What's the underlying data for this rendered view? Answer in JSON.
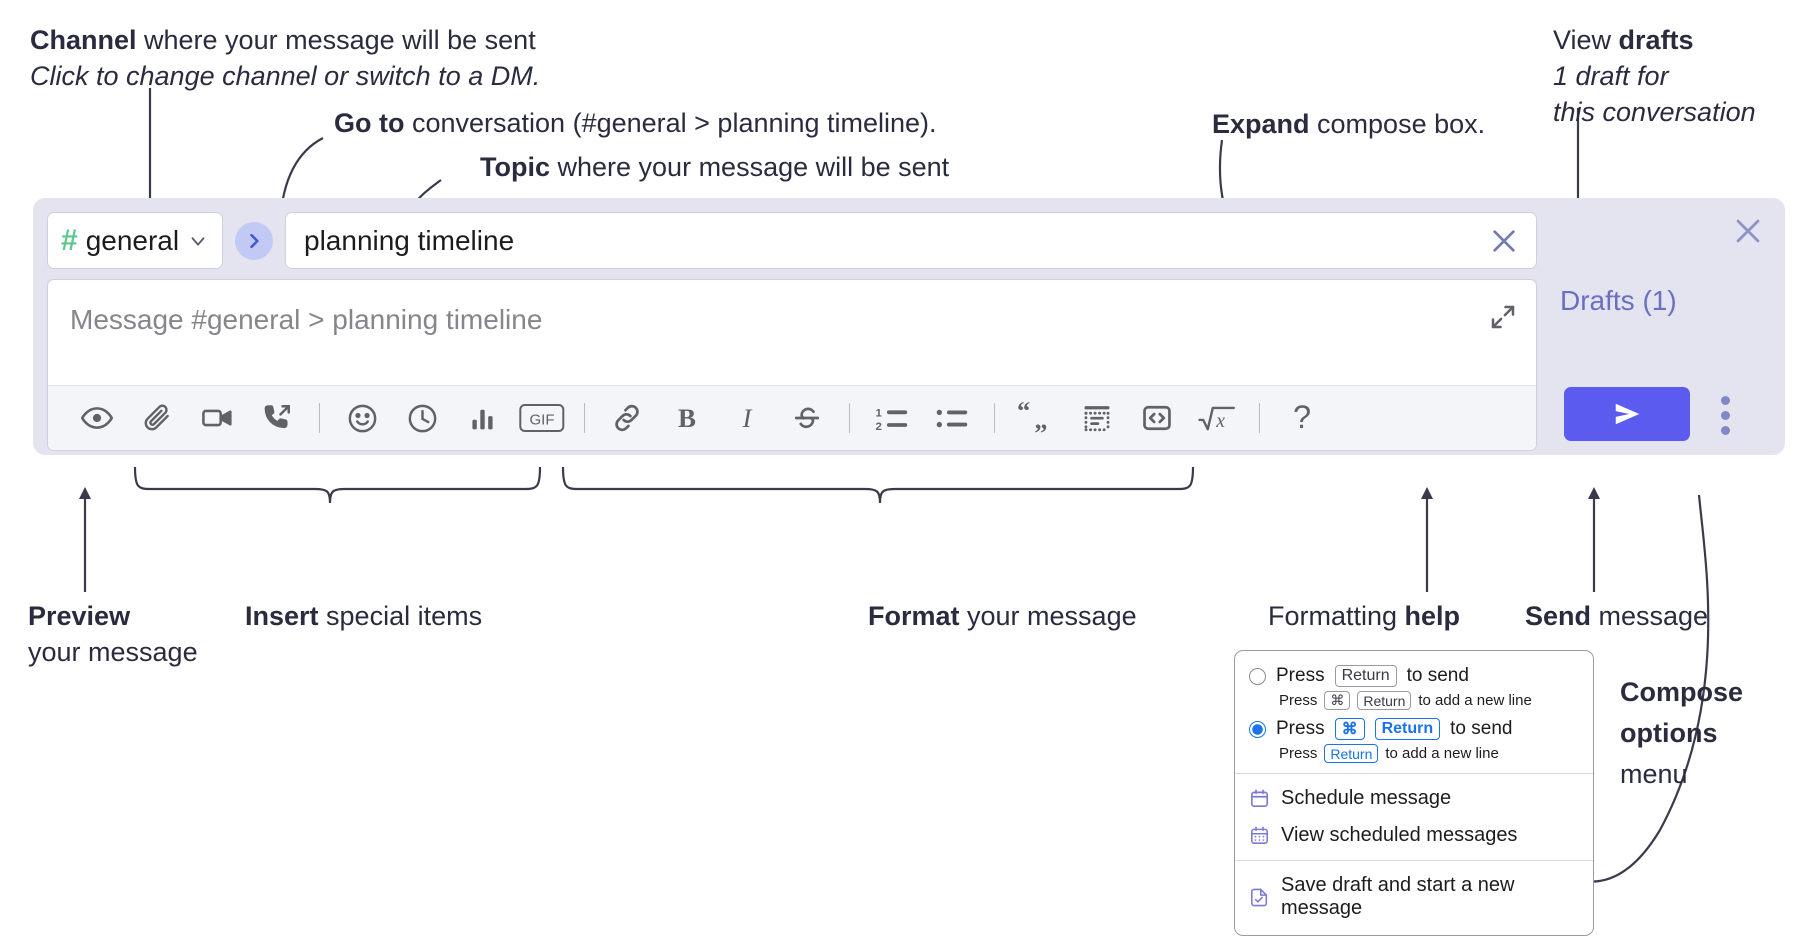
{
  "annotations": {
    "channel_title_bold": "Channel",
    "channel_title_rest": " where your message will be sent",
    "channel_sub": "Click to change channel or switch to a DM.",
    "goto_bold": "Go to",
    "goto_rest": " conversation (#general > planning timeline).",
    "topic_bold": "Topic",
    "topic_rest": " where your message will be sent",
    "expand_bold": "Expand",
    "expand_rest": " compose box.",
    "drafts_bold_pre": "View ",
    "drafts_bold": "drafts",
    "drafts_sub_line1": "1 draft for",
    "drafts_sub_line2": "this conversation",
    "preview_bold": "Preview",
    "preview_rest": "your message",
    "insert_bold": "Insert",
    "insert_rest": " special items",
    "format_bold": "Format",
    "format_rest": " your message",
    "help_pre": "Formatting ",
    "help_bold": "help",
    "send_bold": "Send",
    "send_rest": " message",
    "compose_opts_bold1": "Compose",
    "compose_opts_bold2": "options",
    "compose_opts_rest": "menu"
  },
  "compose": {
    "channel": {
      "hash": "#",
      "name": "general"
    },
    "topic": {
      "value": "planning timeline"
    },
    "message": {
      "placeholder": "Message #general > planning timeline"
    },
    "drafts_label": "Drafts (1)",
    "toolbar_left": [
      {
        "name": "preview-icon",
        "label": "Preview"
      },
      {
        "name": "attachment-icon",
        "label": "Attach file"
      },
      {
        "name": "video-icon",
        "label": "Video clip"
      },
      {
        "name": "call-icon",
        "label": "Audio call"
      }
    ],
    "toolbar_insert": [
      {
        "name": "emoji-icon",
        "label": "Emoji"
      },
      {
        "name": "clock-icon",
        "label": "Reminder"
      },
      {
        "name": "poll-icon",
        "label": "Poll"
      },
      {
        "name": "gif-icon",
        "label": "GIF"
      }
    ],
    "toolbar_format_a": [
      {
        "name": "link-icon",
        "label": "Link"
      },
      {
        "name": "bold-icon",
        "label": "B"
      },
      {
        "name": "italic-icon",
        "label": "I"
      },
      {
        "name": "strikethrough-icon",
        "label": "S"
      }
    ],
    "toolbar_format_b": [
      {
        "name": "ordered-list-icon",
        "label": "Ordered list"
      },
      {
        "name": "bulleted-list-icon",
        "label": "Bulleted list"
      }
    ],
    "toolbar_format_c": [
      {
        "name": "blockquote-icon",
        "label": "Blockquote"
      },
      {
        "name": "code-block-icon",
        "label": "Code block"
      },
      {
        "name": "inline-code-icon",
        "label": "Code"
      },
      {
        "name": "latex-icon",
        "label": "LaTeX"
      }
    ],
    "help_icon_label": "?",
    "gif_label": "GIF"
  },
  "menu": {
    "option1": {
      "main_pre": "Press ",
      "main_key": "Return",
      "main_post": " to send",
      "sub_pre": "Press ",
      "sub_key1": "⌘",
      "sub_key2": "Return",
      "sub_post": " to add a new line",
      "selected": false
    },
    "option2": {
      "main_pre": "Press ",
      "main_key1": "⌘",
      "main_key2": "Return",
      "main_post": " to send",
      "sub_pre": "Press ",
      "sub_key": "Return",
      "sub_post": " to add a new line",
      "selected": true
    },
    "items": [
      {
        "icon": "calendar-schedule-icon",
        "label": "Schedule message"
      },
      {
        "icon": "calendar-grid-icon",
        "label": "View scheduled messages"
      },
      {
        "icon": "save-draft-icon",
        "label": "Save draft and start a new message"
      }
    ]
  },
  "colors": {
    "panel_bg": "#e3e4ef",
    "send_button": "#5b5bf0",
    "hash_green": "#5bc98f",
    "accent_blue": "#1a73e8",
    "drafts_purple": "#6a6fc0"
  }
}
